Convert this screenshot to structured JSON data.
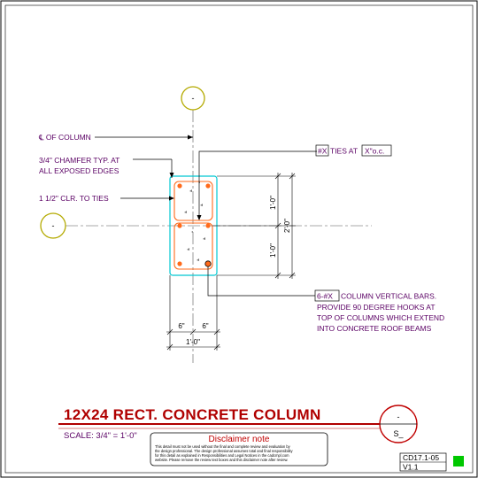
{
  "title": "12X24 RECT. CONCRETE COLUMN",
  "scale": "SCALE: 3/4\" = 1'-0\"",
  "grid_bubbles": {
    "top": "-",
    "left": "-"
  },
  "section_bubble": {
    "top": "-",
    "bottom": "S_"
  },
  "notes": {
    "centerline": "℄ OF COLUMN",
    "chamfer_line1": "3/4\" CHAMFER TYP. AT",
    "chamfer_line2": "ALL EXPOSED EDGES",
    "clearance": "1 1/2\" CLR. TO TIES",
    "ties_box": "#X",
    "ties_mid": "TIES AT",
    "ties_spacing": "X\"o.c.",
    "bars_box": "6-#X",
    "bars_line1": "COLUMN VERTICAL BARS.",
    "bars_line2": "PROVIDE 90 DEGREE HOOKS AT",
    "bars_line3": "TOP OF COLUMNS WHICH EXTEND",
    "bars_line4": "INTO CONCRETE ROOF BEAMS"
  },
  "dimensions": {
    "half_width_left": "6\"",
    "half_width_right": "6\"",
    "width_total": "1'-0\"",
    "upper_half": "1'-0\"",
    "lower_half": "1'-0\"",
    "height_total": "2'-0\""
  },
  "disclaimer": {
    "title": "Disclaimer note",
    "line1": "This detail must not be used without the final and complete review and evaluation by",
    "line2": "the design professional. The design professional assumes total and final responsibility",
    "line3": "for this detail as explained in Responsibilities and Legal Notices in the cadcmpl.com",
    "line4": "website. Please remove the review text boxes and this disclaimer note after review."
  },
  "sheet": {
    "number": "CD17.1-05",
    "version": "V1.1"
  },
  "colors": {
    "column_outline": "#00c8d2",
    "rebar": "#ff6a1a",
    "label_text": "#5a0064",
    "title_red": "#b00000",
    "bubble_yellow": "#b4aa00",
    "status_green": "#00c800"
  }
}
